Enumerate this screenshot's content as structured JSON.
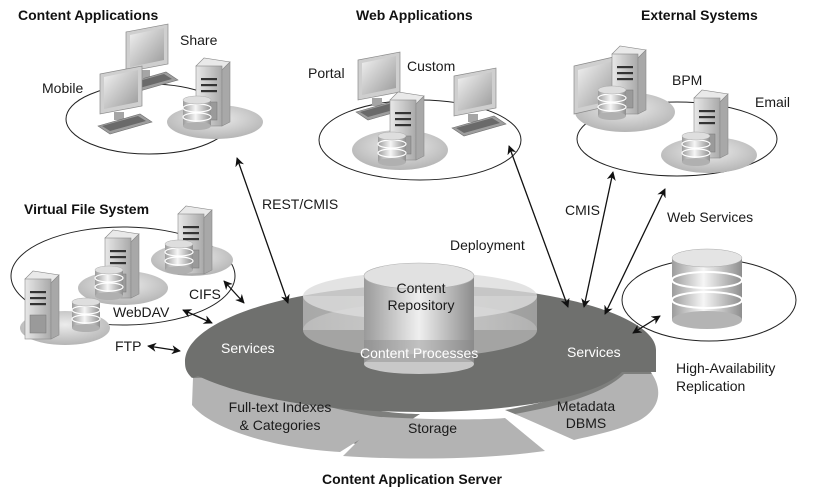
{
  "diagram": {
    "title": "Content Application Server",
    "groups": {
      "content_applications": {
        "title": "Content Applications",
        "items": [
          "Share",
          "Mobile"
        ]
      },
      "web_applications": {
        "title": "Web Applications",
        "items": [
          "Portal",
          "Custom"
        ]
      },
      "external_systems": {
        "title": "External Systems",
        "items": [
          "BPM",
          "Email"
        ]
      },
      "virtual_file_system": {
        "title": "Virtual File System",
        "protocols": [
          "CIFS",
          "WebDAV",
          "FTP"
        ]
      },
      "replication": {
        "line1": "High-Availability",
        "line2": "Replication"
      }
    },
    "connections": {
      "rest_cmis": "REST/CMIS",
      "deployment": "Deployment",
      "cmis": "CMIS",
      "web_services": "Web Services"
    },
    "server": {
      "services_left": "Services",
      "services_right": "Services",
      "repository_line1": "Content",
      "repository_line2": "Repository",
      "processes": "Content Processes",
      "fulltext_line1": "Full-text Indexes",
      "fulltext_line2": "& Categories",
      "storage": "Storage",
      "metadata_line1": "Metadata",
      "metadata_line2": "DBMS"
    },
    "colors": {
      "services_ring": "#6f706e",
      "lower_segments": "#b3b3b3",
      "segment_edge": "#7e7f7d",
      "text_dark": "#1a1a1a",
      "text_light": "#ffffff"
    }
  }
}
